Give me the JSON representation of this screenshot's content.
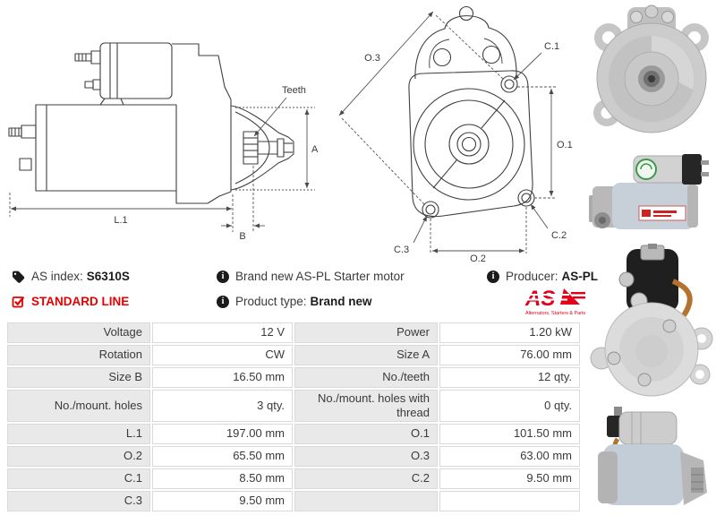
{
  "drawings": {
    "side_view_labels": {
      "teeth": "Teeth",
      "a": "A",
      "l1": "L.1",
      "b": "B"
    },
    "front_view_labels": {
      "o3": "O.3",
      "c1": "C.1",
      "o1": "O.1",
      "c2": "C.2",
      "c3": "C.3",
      "o2": "O.2"
    }
  },
  "info": {
    "as_index_label": "AS index:",
    "as_index_value": "S6310S",
    "standard_line": "STANDARD LINE",
    "brand_new_text": "Brand new AS-PL Starter motor",
    "product_type_label": "Product type:",
    "product_type_value": "Brand new",
    "producer_label": "Producer:",
    "producer_value": "AS-PL",
    "info_icon_glyph": "i",
    "logo_text": "AS",
    "logo_tagline": "Alternators, Starters & Parts"
  },
  "colors": {
    "brand_red": "#e2001a",
    "alert_red": "#e60000",
    "text": "#3a3a3a",
    "table_label_bg": "#e9e9e9",
    "table_border": "#d9d9d9"
  },
  "photos": [
    "starter-front-view",
    "starter-side-view",
    "starter-solenoid-rear-view",
    "starter-angled-side-view"
  ],
  "spec_table": {
    "rows": [
      {
        "l_label": "Voltage",
        "l_value": "12 V",
        "r_label": "Power",
        "r_value": "1.20 kW"
      },
      {
        "l_label": "Rotation",
        "l_value": "CW",
        "r_label": "Size A",
        "r_value": "76.00 mm"
      },
      {
        "l_label": "Size B",
        "l_value": "16.50 mm",
        "r_label": "No./teeth",
        "r_value": "12 qty."
      },
      {
        "l_label": "No./mount. holes",
        "l_value": "3 qty.",
        "r_label": "No./mount. holes with thread",
        "r_value": "0 qty."
      },
      {
        "l_label": "L.1",
        "l_value": "197.00 mm",
        "r_label": "O.1",
        "r_value": "101.50 mm"
      },
      {
        "l_label": "O.2",
        "l_value": "65.50 mm",
        "r_label": "O.3",
        "r_value": "63.00 mm"
      },
      {
        "l_label": "C.1",
        "l_value": "8.50 mm",
        "r_label": "C.2",
        "r_value": "9.50 mm"
      },
      {
        "l_label": "C.3",
        "l_value": "9.50 mm",
        "r_label": "",
        "r_value": ""
      }
    ]
  }
}
